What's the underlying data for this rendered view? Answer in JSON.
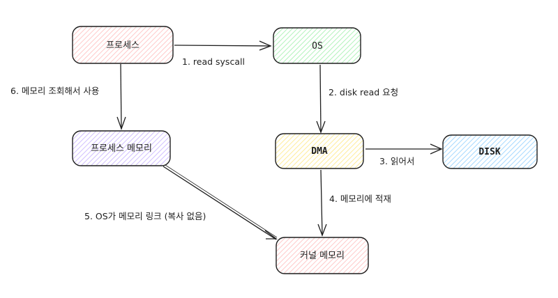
{
  "colors": {
    "stroke": "#1e1e1e",
    "process": "#ffc9c9",
    "os": "#b2f2bb",
    "process_memory": "#d0bfff",
    "dma": "#ffec99",
    "disk": "#a5d8ff",
    "kernel_memory": "#ffc9c9"
  },
  "nodes": {
    "process": {
      "label": "프로세스"
    },
    "os": {
      "label": "OS"
    },
    "process_memory": {
      "label": "프로세스 메모리"
    },
    "dma": {
      "label": "DMA"
    },
    "disk": {
      "label": "DISK"
    },
    "kernel_memory": {
      "label": "커널 메모리"
    }
  },
  "edges": {
    "step1": {
      "label": "1. read syscall",
      "from": "process",
      "to": "os"
    },
    "step2": {
      "label": "2. disk read 요청",
      "from": "os",
      "to": "dma"
    },
    "step3": {
      "label": "3. 읽어서",
      "from": "dma",
      "to": "disk"
    },
    "step4": {
      "label": "4. 메모리에 적재",
      "from": "dma",
      "to": "kernel_memory"
    },
    "step5": {
      "label": "5. OS가 메모리 링크 (복사 없음)",
      "from": "process_memory",
      "to": "kernel_memory"
    },
    "step6": {
      "label": "6. 메모리 조회해서 사용",
      "from": "process",
      "to": "process_memory"
    }
  }
}
